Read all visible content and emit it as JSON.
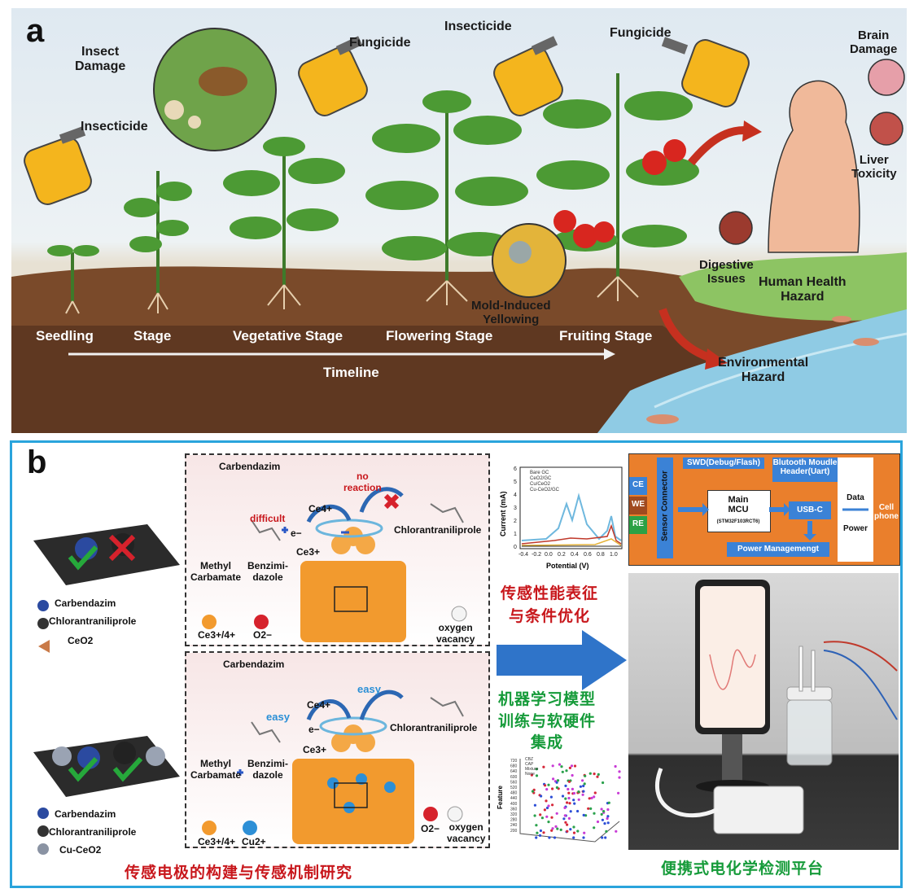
{
  "panel_a": {
    "letter": "a",
    "sprays": [
      {
        "label": "Insecticide"
      },
      {
        "label": "Fungicide"
      },
      {
        "label": "Insecticide"
      },
      {
        "label": "Fungicide"
      }
    ],
    "insect_damage": "Insect\nDamage",
    "stages": [
      "Seedling",
      "Stage",
      "Vegetative Stage",
      "Flowering Stage",
      "Fruiting Stage"
    ],
    "timeline": "Timeline",
    "mold": "Mold-Induced\nYellowing",
    "brain": "Brain\nDamage",
    "liver": "Liver\nToxicity",
    "digestive": "Digestive\nIssues",
    "human": "Human Health\nHazard",
    "environment": "Environmental\nHazard"
  },
  "panel_b": {
    "letter": "b",
    "top": {
      "carbendazim": "Carbendazim",
      "no_reaction": "no\nreaction",
      "difficult": "difficult",
      "ce4": "Ce4+",
      "ce3": "Ce3+",
      "e": "e−",
      "chlorantraniliprole": "Chlorantraniliprole",
      "methyl_carbamate": "Methyl\nCarbamate",
      "benzimidazole": "Benzimi-\ndazole",
      "ce34": "Ce3+/4+",
      "o2": "O2−",
      "vacancy": "oxygen\nvacancy"
    },
    "bottom": {
      "carbendazim": "Carbendazim",
      "easy1": "easy",
      "easy2": "easy",
      "ce4": "Ce4+",
      "ce3": "Ce3+",
      "e": "e−",
      "chlorantraniliprole": "Chlorantraniliprole",
      "methyl_carbamate": "Methyl\nCarbamate",
      "benzimidazole": "Benzimi-\ndazole",
      "ce34": "Ce3+/4+",
      "cu": "Cu2+",
      "o2": "O2−",
      "vacancy": "oxygen\nvacancy"
    },
    "left_legend_top": [
      "Carbendazim",
      "Chlorantraniliprole",
      "CeO2"
    ],
    "left_legend_bottom": [
      "Carbendazim",
      "Chlorantraniliprole",
      "Cu-CeO2"
    ],
    "cv_chart": {
      "ylabel": "Current (mA)",
      "xlabel": "Potential (V)",
      "xticks": [
        "-0.4",
        "-0.2",
        "0.0",
        "0.2",
        "0.4",
        "0.6",
        "0.8",
        "1.0"
      ],
      "yticks": [
        "0",
        "1",
        "2",
        "3",
        "4",
        "5",
        "6"
      ],
      "legend": [
        "Bare GC",
        "CeO2/GC",
        "Cu/CeO2",
        "Cu-CeO2/GC"
      ],
      "colors": [
        "#222222",
        "#c0392b",
        "#e5b33a",
        "#6fb8de"
      ]
    },
    "arrow_text_red": "传感性能表征\n与条件优化",
    "arrow_text_green": "机器学习模型\n训练与软硬件\n集成",
    "scatter3d": {
      "ylabel": "Feature",
      "legend": [
        "CBZ",
        "CAP",
        "Mixture",
        "None"
      ],
      "yticks": [
        "720",
        "680",
        "640",
        "600",
        "560",
        "520",
        "480",
        "440",
        "400",
        "360",
        "320",
        "280",
        "240",
        "200"
      ],
      "colors": [
        "#d6283a",
        "#c83bd6",
        "#2d4fd6",
        "#2aa14c"
      ]
    },
    "hardware": {
      "swd": "SWD(Debug/Flash)",
      "bluetooth": "Blutooth Moudle\nHeader(Uart)",
      "sensor_connector": "Sensor Connector",
      "ce": "CE",
      "we": "WE",
      "re": "RE",
      "mcu": "Main\nMCU",
      "mcu_part": "(STM32F103RCT6)",
      "usbc": "USB-C",
      "data": "Data",
      "power": "Power",
      "cellphone": "Cell\nphone",
      "power_mgmt": "Power Managemengt"
    },
    "caption_left": "传感电极的构建与传感机制研究",
    "caption_right": "便携式电化学检测平台"
  }
}
